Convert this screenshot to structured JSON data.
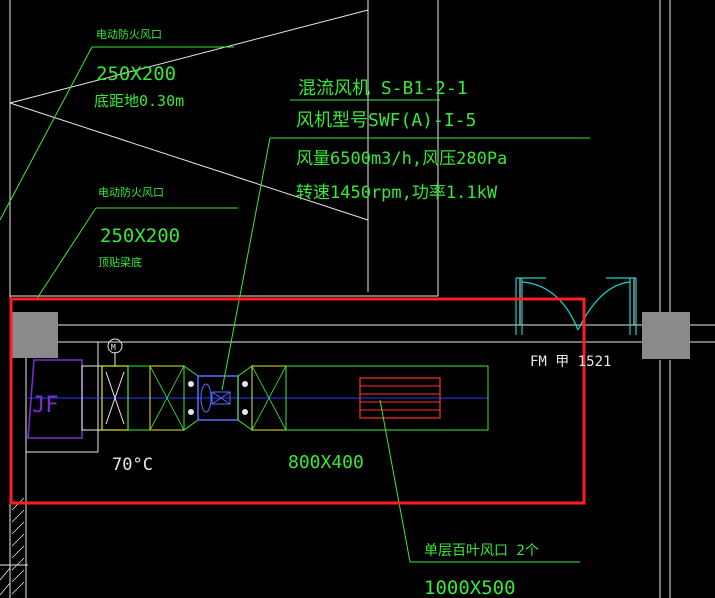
{
  "labels": {
    "damper_top_title": "电动防火风口",
    "damper_top_size": "250X200",
    "damper_top_height": "底距地0.30m",
    "damper_mid_title": "电动防火风口",
    "damper_mid_size": "250X200",
    "damper_mid_note": "顶贴梁底",
    "fan_tag": "混流风机 S-B1-2-1",
    "fan_model": "风机型号SWF(A)-I-5",
    "fan_flow": "风量6500m3/h,风压280Pa",
    "fan_speed": "转速1450rpm,功率1.1kW",
    "fire_damper_temp": "70°C",
    "duct_size": "800X400",
    "door_label": "FM 甲 1521",
    "grille_title": "单层百叶风口 2个",
    "grille_size": "1000X500",
    "unit_label": "JF",
    "motor_symbol": "M"
  },
  "colors": {
    "background": "#000000",
    "annotation": "#38e838",
    "wall": "#e8e8e8",
    "highlight": "#ff1e1e",
    "duct_unit": "#7a2fd0",
    "fan": "#5a6cff",
    "door_swing": "#18d0d0",
    "grille": "#ff3030",
    "column": "#8a8a8a"
  }
}
